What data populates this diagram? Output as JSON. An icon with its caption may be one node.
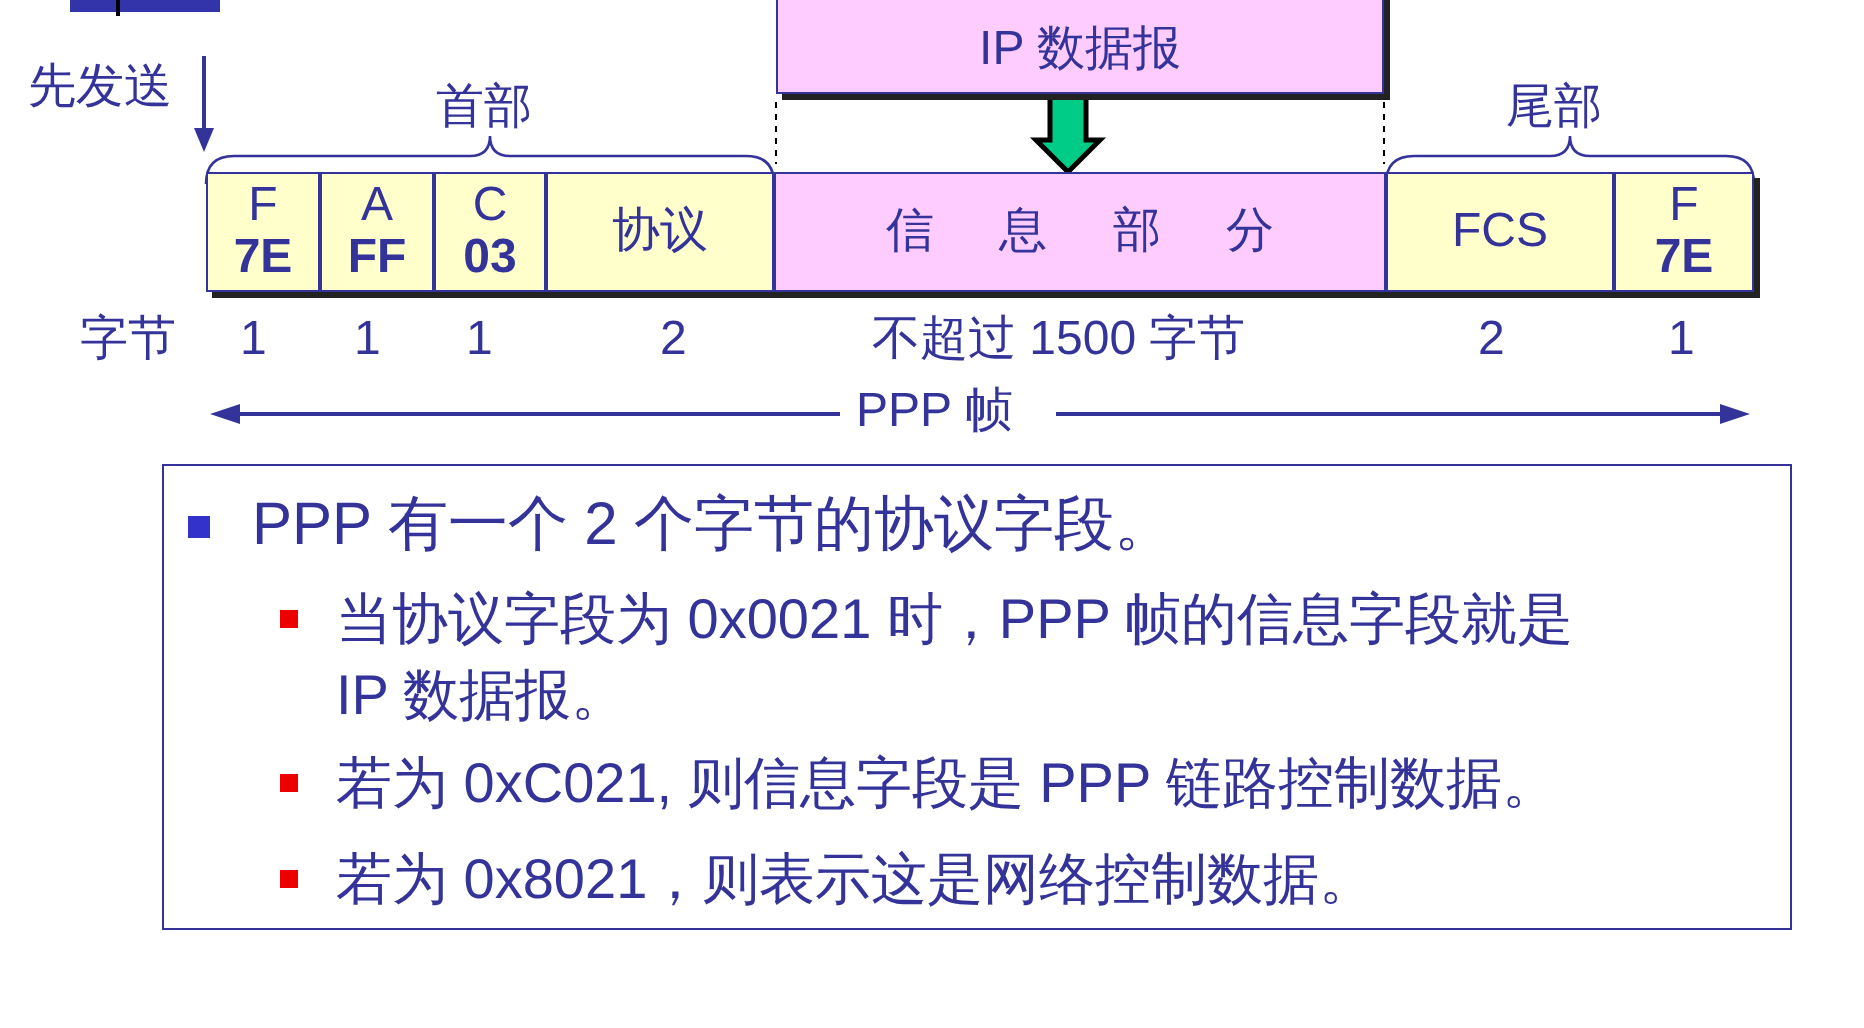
{
  "diagram": {
    "nodes": [
      {
        "text": [
          "IP 数据报"
        ]
      },
      {
        "text": [
          "F",
          "7E"
        ]
      },
      {
        "text": [
          "A",
          "FF"
        ]
      },
      {
        "text": [
          "C",
          "03"
        ]
      },
      {
        "text": [
          "协议"
        ]
      },
      {
        "text": [
          "信 息 部 分"
        ]
      },
      {
        "text": [
          "FCS"
        ]
      },
      {
        "text": [
          "F",
          "7E"
        ]
      },
      {
        "text": [
          "PPP 有一个 2 个字节的协议字段。",
          "当协议字段为 0x0021 时，PPP 帧的信息字段就是 IP 数据报。",
          "若为 0xC021, 则信息字段是 PPP 链路控制数据。",
          "若为 0x8021，则表示这是网络控制数据。"
        ]
      }
    ],
    "edges": [
      {
        "from": 0,
        "to": 5,
        "arrow": "to",
        "style": "thick",
        "color": "#00cc88"
      }
    ],
    "labels": [
      "先发送",
      "首部",
      "尾部",
      "字节",
      "1",
      "1",
      "1",
      "2",
      "不超过 1500 字节",
      "2",
      "1",
      "PPP 帧"
    ]
  }
}
